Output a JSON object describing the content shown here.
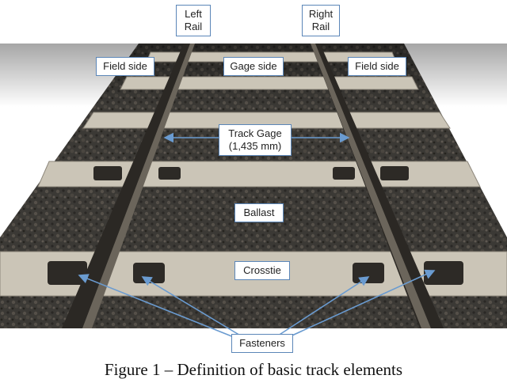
{
  "labels": {
    "left_rail": "Left\nRail",
    "right_rail": "Right\nRail",
    "field_side_left": "Field side",
    "gage_side": "Gage side",
    "field_side_right": "Field side",
    "track_gage": "Track Gage\n(1,435 mm)",
    "ballast": "Ballast",
    "crosstie": "Crosstie",
    "fasteners": "Fasteners"
  },
  "caption": "Figure 1 – Definition of basic track elements",
  "colors": {
    "label_border": "#5b86b8",
    "arrow": "#6a9bd0",
    "ballast": "#3a3835",
    "tie": "#c8c2b4",
    "rail": "#2b2824"
  }
}
